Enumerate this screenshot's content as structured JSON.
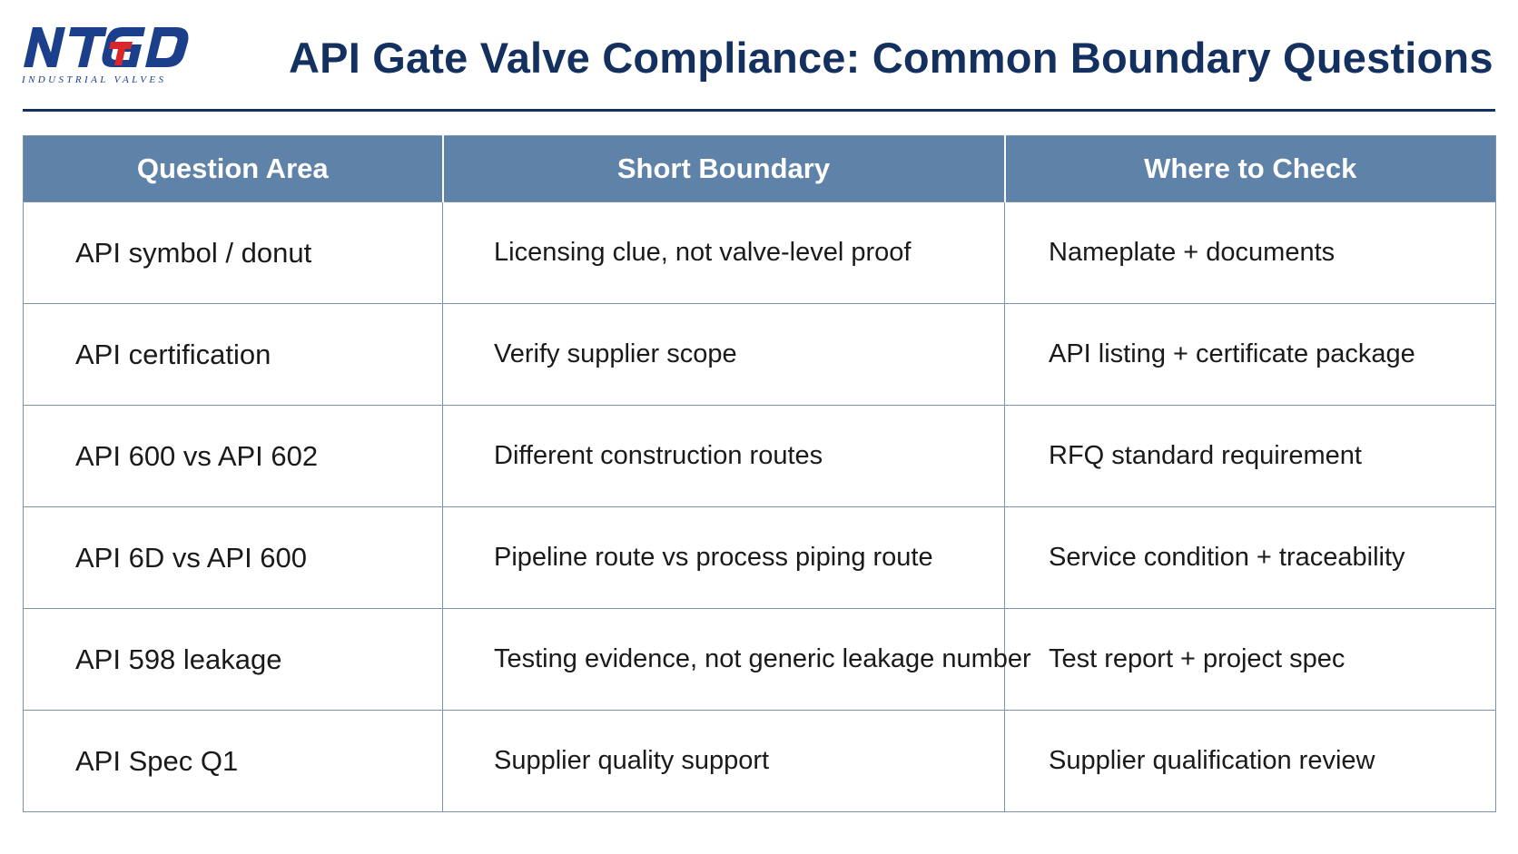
{
  "logo": {
    "mark": "NTGD",
    "subtitle": "INDUSTRIAL VALVES"
  },
  "title": "API Gate Valve Compliance: Common Boundary Questions",
  "colors": {
    "title": "#13305e",
    "header_bg": "#5f82a8",
    "logo_blue": "#1c3f8c",
    "logo_red": "#d8262b",
    "rule": "#13305e",
    "grid": "#7d93ad"
  },
  "table": {
    "headers": [
      "Question Area",
      "Short Boundary",
      "Where to Check"
    ],
    "rows": [
      [
        "API symbol / donut",
        "Licensing clue, not valve-level proof",
        "Nameplate + documents"
      ],
      [
        "API certification",
        "Verify supplier scope",
        "API listing + certificate package"
      ],
      [
        "API 600 vs API 602",
        "Different construction routes",
        "RFQ standard requirement"
      ],
      [
        "API 6D vs API 600",
        "Pipeline route vs process piping route",
        "Service condition + traceability"
      ],
      [
        "API 598 leakage",
        "Testing evidence, not generic leakage number",
        "Test report + project spec"
      ],
      [
        "API Spec Q1",
        "Supplier quality support",
        "Supplier qualification review"
      ]
    ]
  }
}
